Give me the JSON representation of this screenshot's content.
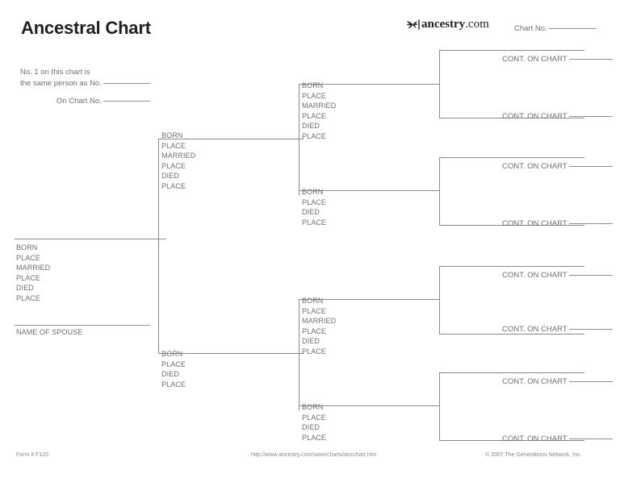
{
  "header": {
    "title": "Ancestral Chart",
    "logo": {
      "icon": "ancestry-leaf-icon",
      "name_bold": "ancestry",
      "name_rest": ".com"
    },
    "chart_no_label": "Chart No.",
    "note_line_1": "No. 1 on this chart is",
    "note_line_2": "the same person as No.",
    "note_line_3": "On Chart No."
  },
  "labels": {
    "born": "BORN",
    "place": "PLACE",
    "married": "MARRIED",
    "died": "DIED",
    "name_of_spouse": "NAME OF SPOUSE",
    "cont_on_chart": "CONT. ON CHART"
  },
  "generation1": {
    "person": {
      "fields": [
        "BORN",
        "PLACE",
        "MARRIED",
        "PLACE",
        "DIED",
        "PLACE"
      ],
      "spouse_label": "NAME OF SPOUSE"
    }
  },
  "generation2": {
    "father": {
      "fields": [
        "BORN",
        "PLACE",
        "MARRIED",
        "PLACE",
        "DIED",
        "PLACE"
      ]
    },
    "mother": {
      "fields": [
        "BORN",
        "PLACE",
        "DIED",
        "PLACE"
      ]
    }
  },
  "generation3": {
    "paternal_grandfather": {
      "fields": [
        "BORN",
        "PLACE",
        "MARRIED",
        "PLACE",
        "DIED",
        "PLACE"
      ]
    },
    "paternal_grandmother": {
      "fields": [
        "BORN",
        "PLACE",
        "DIED",
        "PLACE"
      ]
    },
    "maternal_grandfather": {
      "fields": [
        "BORN",
        "PLACE",
        "MARRIED",
        "PLACE",
        "DIED",
        "PLACE"
      ]
    },
    "maternal_grandmother": {
      "fields": [
        "BORN",
        "PLACE",
        "DIED",
        "PLACE"
      ]
    }
  },
  "generation4": {
    "entries": [
      {
        "label": "CONT. ON CHART"
      },
      {
        "label": "CONT. ON CHART"
      },
      {
        "label": "CONT. ON CHART"
      },
      {
        "label": "CONT. ON CHART"
      },
      {
        "label": "CONT. ON CHART"
      },
      {
        "label": "CONT. ON CHART"
      },
      {
        "label": "CONT. ON CHART"
      },
      {
        "label": "CONT. ON CHART"
      }
    ]
  },
  "footer": {
    "form_number": "Form # F120",
    "url": "http://www.ancestry.com/save/charts/ancchart.htm",
    "copyright": "© 2007 The Generations Network, Inc."
  },
  "colors": {
    "rule": "#8b8b8f",
    "text": "#6f6f73",
    "title": "#231f20",
    "background": "#ffffff"
  }
}
